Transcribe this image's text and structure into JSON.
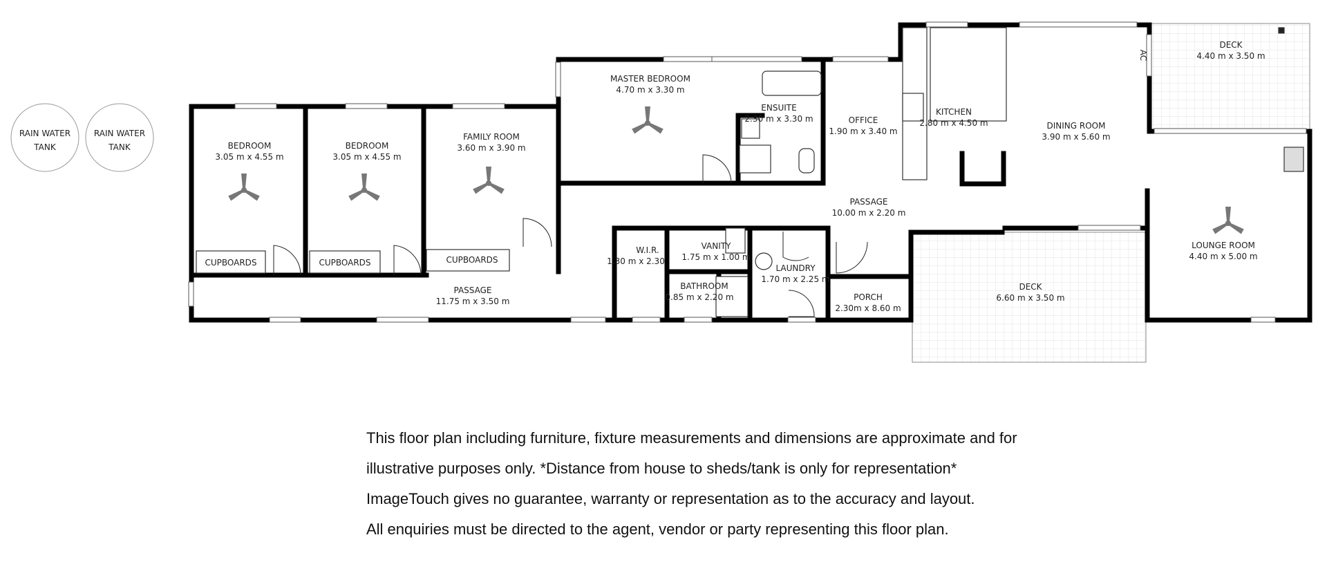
{
  "tanks": [
    {
      "line1": "RAIN WATER",
      "line2": "TANK"
    },
    {
      "line1": "RAIN WATER",
      "line2": "TANK"
    }
  ],
  "rooms": {
    "bedroom1": {
      "name": "BEDROOM",
      "dim": "3.05 m x 4.55 m"
    },
    "bedroom2": {
      "name": "BEDROOM",
      "dim": "3.05 m x 4.55 m"
    },
    "family": {
      "name": "FAMILY ROOM",
      "dim": "3.60 m x 3.90 m"
    },
    "master": {
      "name": "MASTER BEDROOM",
      "dim": "4.70 m x 3.30 m"
    },
    "ensuite": {
      "name": "ENSUITE",
      "dim": "2.30 m x 3.30 m"
    },
    "office": {
      "name": "OFFICE",
      "dim": "1.90 m x 3.40 m"
    },
    "kitchen": {
      "name": "KITCHEN",
      "dim": "2.80 m x 4.50 m"
    },
    "dining": {
      "name": "DINING ROOM",
      "dim": "3.90 m x 5.60 m"
    },
    "deck_top": {
      "name": "DECK",
      "dim": "4.40 m x 3.50 m"
    },
    "passage_mid": {
      "name": "PASSAGE",
      "dim": "10.00 m x 2.20 m"
    },
    "passage_low": {
      "name": "PASSAGE",
      "dim": "11.75 m x 3.50 m"
    },
    "wir": {
      "name": "W.I.R.",
      "dim": "1.30 m x 2.30"
    },
    "vanity": {
      "name": "VANITY",
      "dim": "1.75 m x 1.00 m"
    },
    "bathroom": {
      "name": "BATHROOM",
      "dim": "0.85 m x 2.20 m"
    },
    "laundry": {
      "name": "LAUNDRY",
      "dim": "1.70 m x 2.25 m"
    },
    "porch": {
      "name": "PORCH",
      "dim": "2.30m x 8.60 m"
    },
    "deck_bottom": {
      "name": "DECK",
      "dim": "6.60 m x 3.50 m"
    },
    "lounge": {
      "name": "LOUNGE ROOM",
      "dim": "4.40 m x 5.00 m"
    }
  },
  "cupboards": [
    "CUPBOARDS",
    "CUPBOARDS",
    "CUPBOARDS"
  ],
  "ac_label": "AC",
  "disclaimer": [
    "This floor plan including furniture, fixture measurements and dimensions are approximate and for",
    "illustrative purposes only. *Distance from house to sheds/tank is only for representation*",
    "ImageTouch gives no guarantee, warranty or representation as to the accuracy and layout.",
    "All enquiries must be directed to the agent, vendor or party representing this floor plan."
  ]
}
